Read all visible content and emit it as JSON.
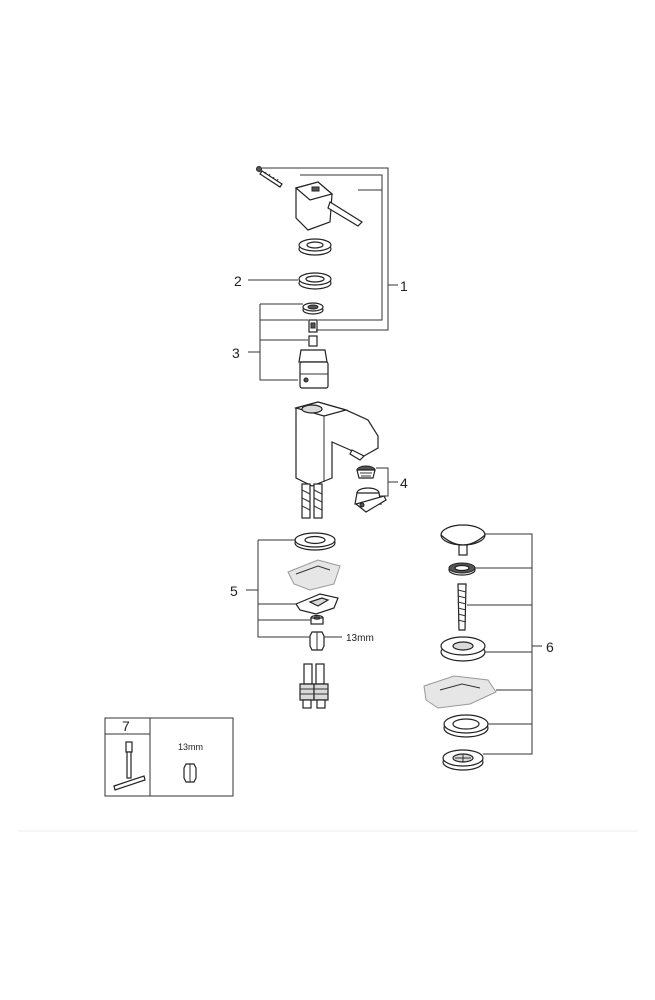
{
  "callouts": {
    "c1": "1",
    "c2": "2",
    "c3": "3",
    "c4": "4",
    "c5": "5",
    "c6": "6",
    "c7": "7"
  },
  "dimensions": {
    "nut_size": "13mm",
    "tool_nut_size": "13mm"
  }
}
